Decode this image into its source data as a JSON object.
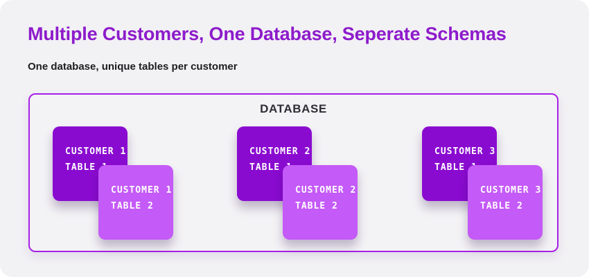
{
  "page": {
    "background_color": "#ffffff",
    "panel_background_color": "#f2f1f4"
  },
  "header": {
    "title": "Multiple Customers, One Database, Seperate Schemas",
    "title_color": "#8d1bcb",
    "subtitle": "One database, unique tables per customer",
    "subtitle_color": "#1d1d1f"
  },
  "database": {
    "label": "DATABASE",
    "border_color": "#a81fe8",
    "card_colors": {
      "dark": "#8a0bd0",
      "light": "#c45af7"
    },
    "groups": [
      {
        "tables": [
          {
            "line1": "CUSTOMER 1",
            "line2": "TABLE 1",
            "variant": "dark"
          },
          {
            "line1": "CUSTOMER 1",
            "line2": "TABLE 2",
            "variant": "light"
          }
        ]
      },
      {
        "tables": [
          {
            "line1": "CUSTOMER 2",
            "line2": "TABLE 1",
            "variant": "dark"
          },
          {
            "line1": "CUSTOMER 2",
            "line2": "TABLE 2",
            "variant": "light"
          }
        ]
      },
      {
        "tables": [
          {
            "line1": "CUSTOMER 3",
            "line2": "TABLE 1",
            "variant": "dark"
          },
          {
            "line1": "CUSTOMER 3",
            "line2": "TABLE 2",
            "variant": "light"
          }
        ]
      }
    ]
  }
}
